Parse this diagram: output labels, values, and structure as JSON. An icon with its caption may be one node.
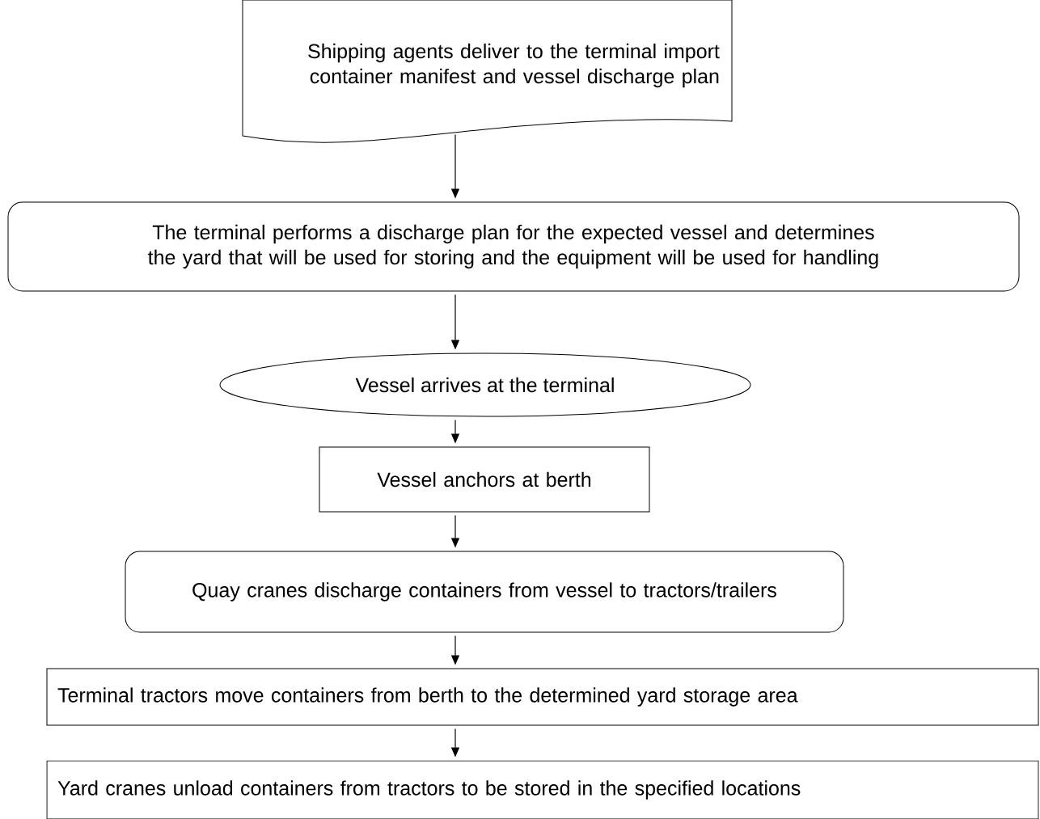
{
  "diagram": {
    "nodes": [
      {
        "text": [
          "Shipping agents deliver to the terminal import container manifest and vessel discharge plan"
        ]
      },
      {
        "text": [
          "The terminal performs a discharge plan for the expected vessel and determines the yard that will be used for storing and the equipment will be used for handling"
        ]
      },
      {
        "text": [
          "Vessel arrives at the terminal"
        ]
      },
      {
        "text": [
          "Vessel anchors at berth"
        ]
      },
      {
        "text": [
          "Quay cranes discharge containers from vessel to tractors/trailers"
        ]
      },
      {
        "text": [
          "Terminal tractors move containers from berth to the determined yard storage area"
        ]
      },
      {
        "text": [
          "Yard cranes unload containers from tractors to be stored in the specified locations"
        ]
      }
    ],
    "edges": [
      {
        "from": 0,
        "to": 1,
        "arrow": "to"
      },
      {
        "from": 1,
        "to": 2,
        "arrow": "to"
      },
      {
        "from": 2,
        "to": 3,
        "arrow": "to"
      },
      {
        "from": 3,
        "to": 4,
        "arrow": "to"
      },
      {
        "from": 4,
        "to": 5,
        "arrow": "to"
      },
      {
        "from": 5,
        "to": 6,
        "arrow": "to"
      }
    ]
  }
}
